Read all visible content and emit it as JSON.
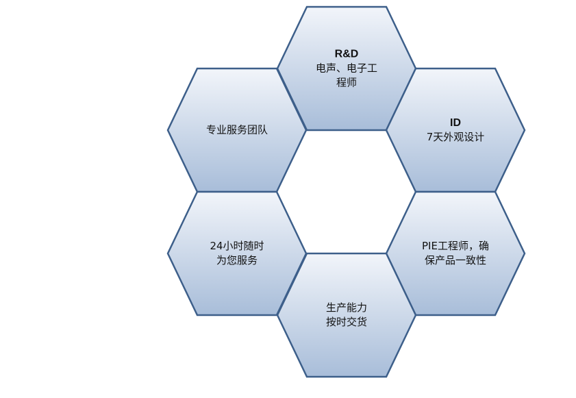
{
  "colors": {
    "stroke": "#3d5f8a",
    "fill_top": "#f2f5fa",
    "fill_bottom": "#a8bdd9"
  },
  "hexagons": [
    {
      "id": "rd",
      "title": "R&D",
      "lines": [
        "电声、电子工",
        "程师"
      ]
    },
    {
      "id": "service-team",
      "title": "",
      "lines": [
        "专业服务团队"
      ]
    },
    {
      "id": "id",
      "title": "ID",
      "lines": [
        "7天外观设计"
      ]
    },
    {
      "id": "24h",
      "title": "",
      "lines": [
        "24小时随时",
        "为您服务"
      ]
    },
    {
      "id": "pie",
      "title": "",
      "lines": [
        "PIE工程师，确",
        "保产品一致性"
      ]
    },
    {
      "id": "production",
      "title": "",
      "lines": [
        "生产能力",
        "按时交货"
      ]
    }
  ]
}
